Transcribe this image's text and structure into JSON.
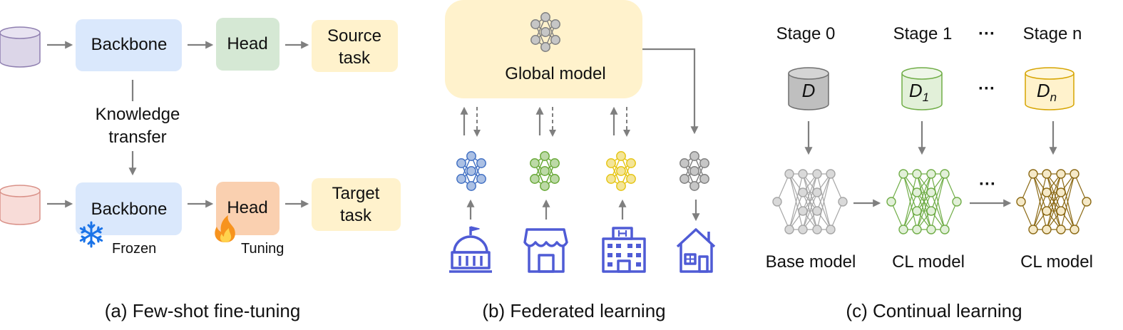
{
  "panels": {
    "a": {
      "caption": "(a) Few-shot fine-tuning",
      "backbone_label": "Backbone",
      "head_label": "Head",
      "source_task": [
        "Source",
        "task"
      ],
      "target_task": [
        "Target",
        "task"
      ],
      "knowledge_transfer": [
        "Knowledge",
        "transfer"
      ],
      "frozen_label": "Frozen",
      "tuning_label": "Tuning",
      "icons": [
        "database-icon",
        "snowflake-icon",
        "fire-icon"
      ],
      "colors": {
        "source_db": "#dcd6e8",
        "target_db": "#f8dcd8",
        "backbone": "#dae8fc",
        "source_head": "#d5e8d4",
        "target_head": "#fad0b0",
        "task": "#fff2cc",
        "snowflake": "#1a73e8"
      }
    },
    "b": {
      "caption": "(b) Federated learning",
      "global_model_label": "Global model",
      "clients": [
        {
          "name": "university",
          "net_color": "#4472c4",
          "icon": "university-icon"
        },
        {
          "name": "store",
          "net_color": "#6aaa3a",
          "icon": "store-icon"
        },
        {
          "name": "hospital",
          "net_color": "#e6c619",
          "icon": "hospital-icon"
        },
        {
          "name": "home",
          "net_color": "#808080",
          "icon": "home-icon"
        }
      ],
      "colors": {
        "global_box": "#fff2cc",
        "building": "#4f5bd5"
      }
    },
    "c": {
      "caption": "(c) Continual learning",
      "stages": [
        "Stage 0",
        "Stage 1",
        "Stage n"
      ],
      "ellipsis": "···",
      "datasets": [
        {
          "main": "D",
          "sub": "",
          "color": "#bfbfbf",
          "stroke": "#6f6f6f"
        },
        {
          "main": "D",
          "sub": "1",
          "color": "#e2f0d9",
          "stroke": "#70ad47"
        },
        {
          "main": "D",
          "sub": "n",
          "color": "#fff2cc",
          "stroke": "#d6a400"
        }
      ],
      "models": [
        {
          "label": "Base model",
          "color": "#a6a6a6",
          "node_fill": "#d9d9d9"
        },
        {
          "label": "CL model",
          "color": "#70ad47",
          "node_fill": "#e2f0d9"
        },
        {
          "label": "CL model",
          "color": "#8b6914",
          "node_fill": "#f5e9c8"
        }
      ]
    }
  }
}
